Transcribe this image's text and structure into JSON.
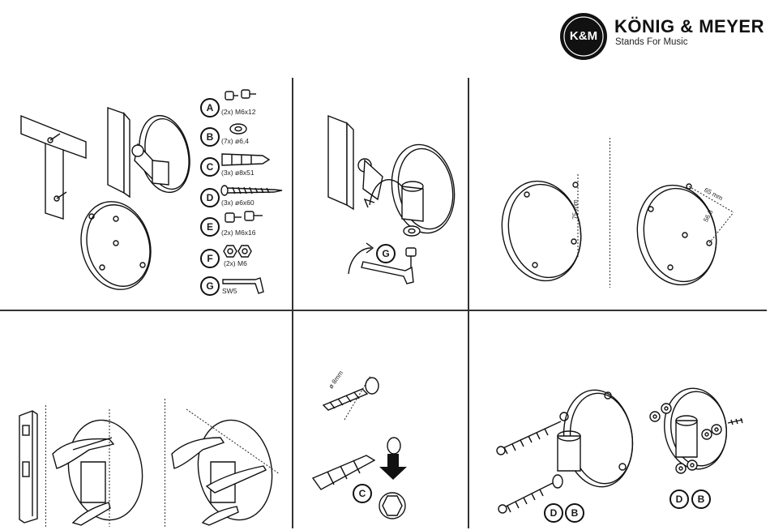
{
  "brand": {
    "mark": "K&M",
    "name": "KÖNIG & MEYER",
    "tagline": "Stands For Music",
    "color": "#111111"
  },
  "parts": [
    {
      "letter": "A",
      "spec": "(2x) M6x12"
    },
    {
      "letter": "B",
      "spec": "(7x) ø6,4"
    },
    {
      "letter": "C",
      "spec": "(3x) ø8x51"
    },
    {
      "letter": "D",
      "spec": "(3x) ø6x60"
    },
    {
      "letter": "E",
      "spec": "(2x) M6x16"
    },
    {
      "letter": "F",
      "spec": "(2x) M6"
    },
    {
      "letter": "G",
      "spec": "SW5"
    }
  ],
  "step2": {
    "badge": "G"
  },
  "step3": {
    "dim_vertical": "75 mm",
    "dim_a": "65 mm",
    "dim_b": "56,3"
  },
  "step5": {
    "drill": "ø 8mm",
    "badge": "C"
  },
  "step6": {
    "badges_left": [
      "D",
      "B"
    ],
    "badges_right": [
      "D",
      "B"
    ]
  }
}
